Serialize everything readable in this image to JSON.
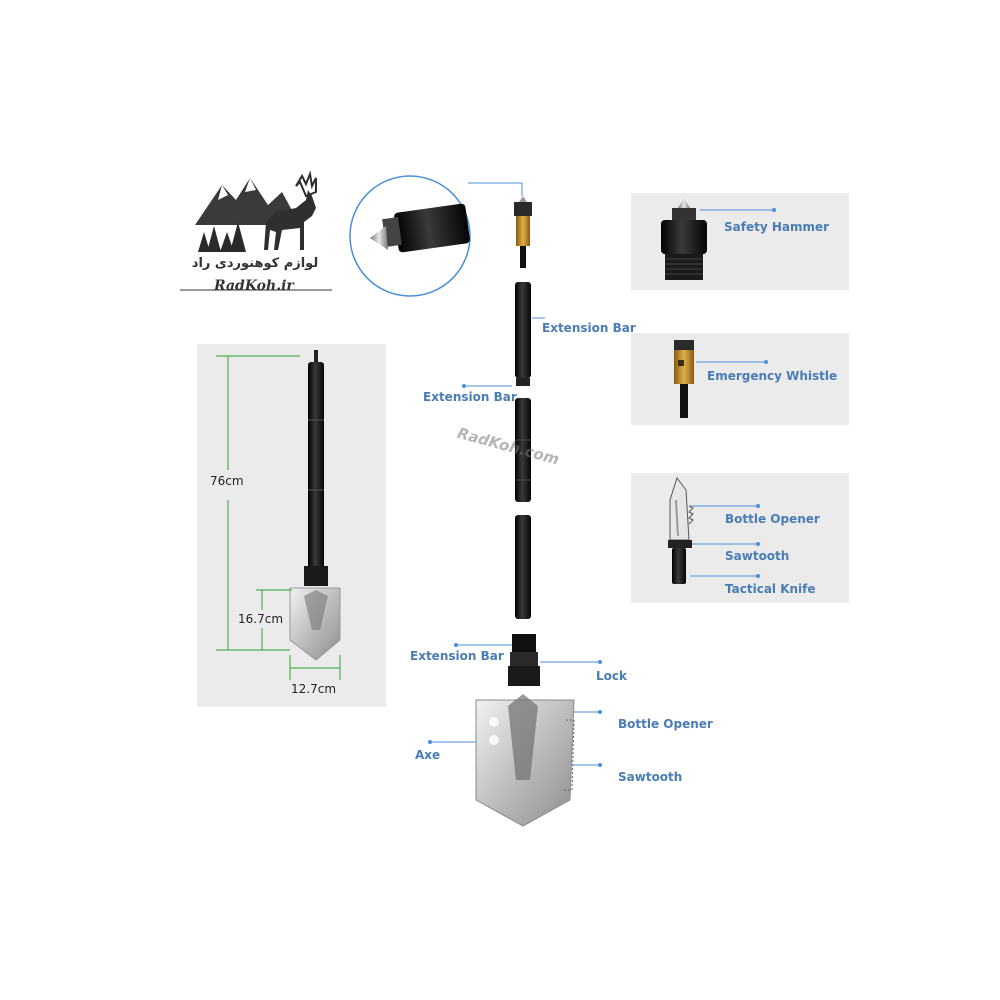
{
  "logo": {
    "persian_text": "لوازم کوهنوردی راد",
    "site": "RadKoh.ir"
  },
  "watermark": "RadKoh.com",
  "dimensions": {
    "length": "76cm",
    "blade_height": "16.7cm",
    "blade_width": "12.7cm"
  },
  "labels": {
    "extension_bar_1": "Extension Bar",
    "extension_bar_2": "Extension Bar",
    "extension_bar_3": "Extension Bar",
    "lock": "Lock",
    "bottle_opener": "Bottle Opener",
    "axe": "Axe",
    "sawtooth": "Sawtooth"
  },
  "insets": {
    "safety_hammer": "Safety Hammer",
    "emergency_whistle": "Emergency Whistle",
    "knife": {
      "bottle_opener": "Bottle Opener",
      "sawtooth": "Sawtooth",
      "tactical_knife": "Tactical Knife"
    }
  },
  "colors": {
    "label_blue": "#4a7db5",
    "leader_blue": "#4a90d9",
    "dimension_green": "#4caf50",
    "panel_gray": "#ebebeb",
    "tool_black": "#1a1a1a",
    "blade_silver": "#c8c8c8",
    "brass": "#c8962e"
  }
}
